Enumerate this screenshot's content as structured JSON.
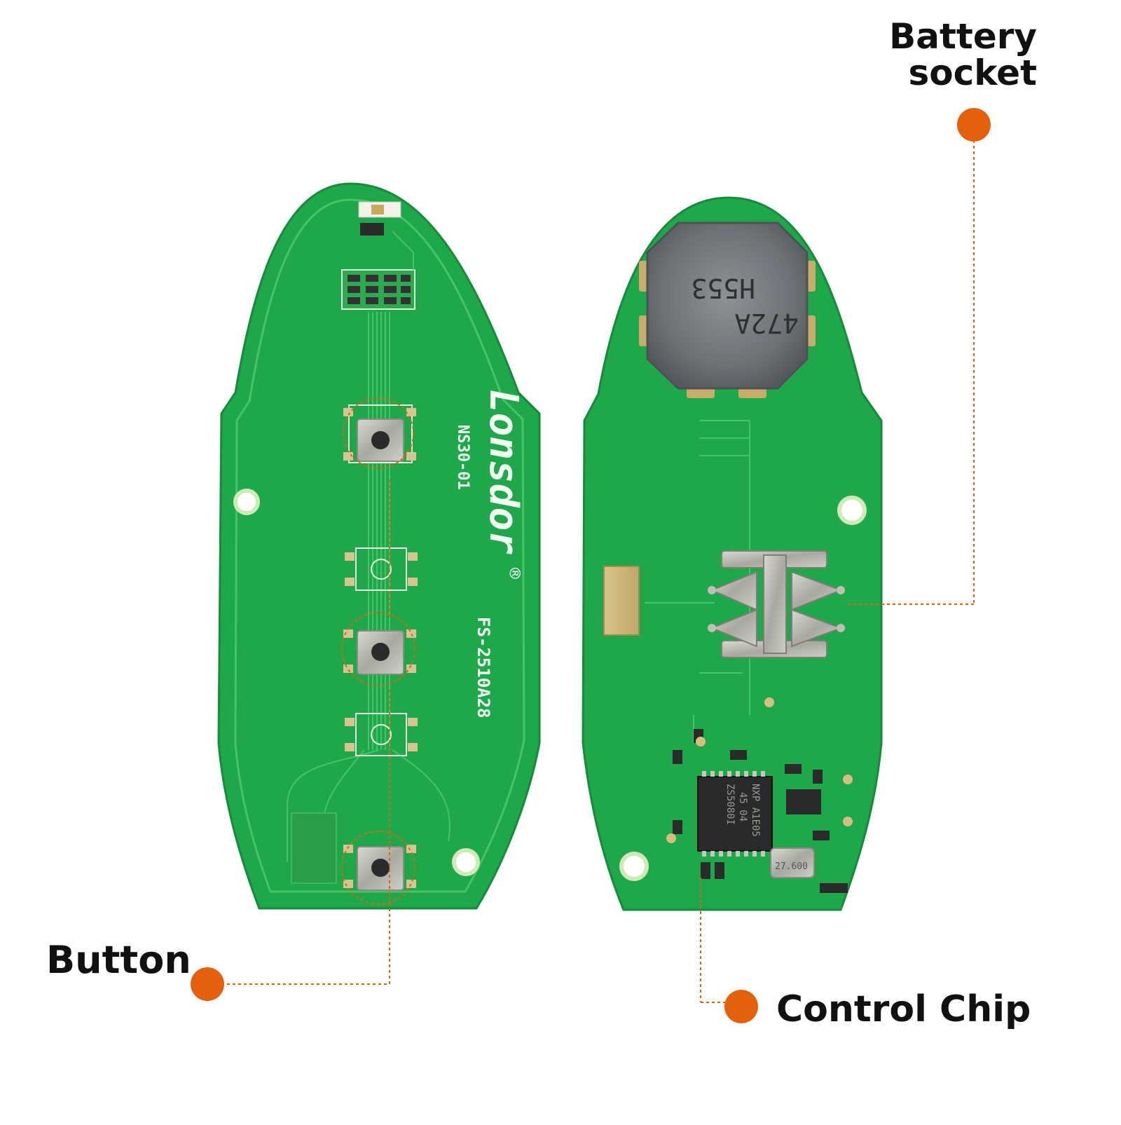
{
  "callouts": {
    "battery_line1": "Battery",
    "battery_line2": "socket",
    "button": "Button",
    "control_chip": "Control Chip"
  },
  "board_left": {
    "brand": "Lonsdor",
    "registered": "®",
    "model": "NS30-01",
    "part_no": "FS-2510A28"
  },
  "board_right": {
    "coil_line1": "H553",
    "coil_line2": "472A",
    "chip_line1": "NXP A1E05",
    "chip_line2": "45 04",
    "chip_line3": "ZS5080I",
    "crystal": "27.600"
  },
  "colors": {
    "pcb": "#1faa4a",
    "pcb_trace": "#45c467",
    "callout": "#e5600c",
    "silk": "#f4fff4"
  }
}
